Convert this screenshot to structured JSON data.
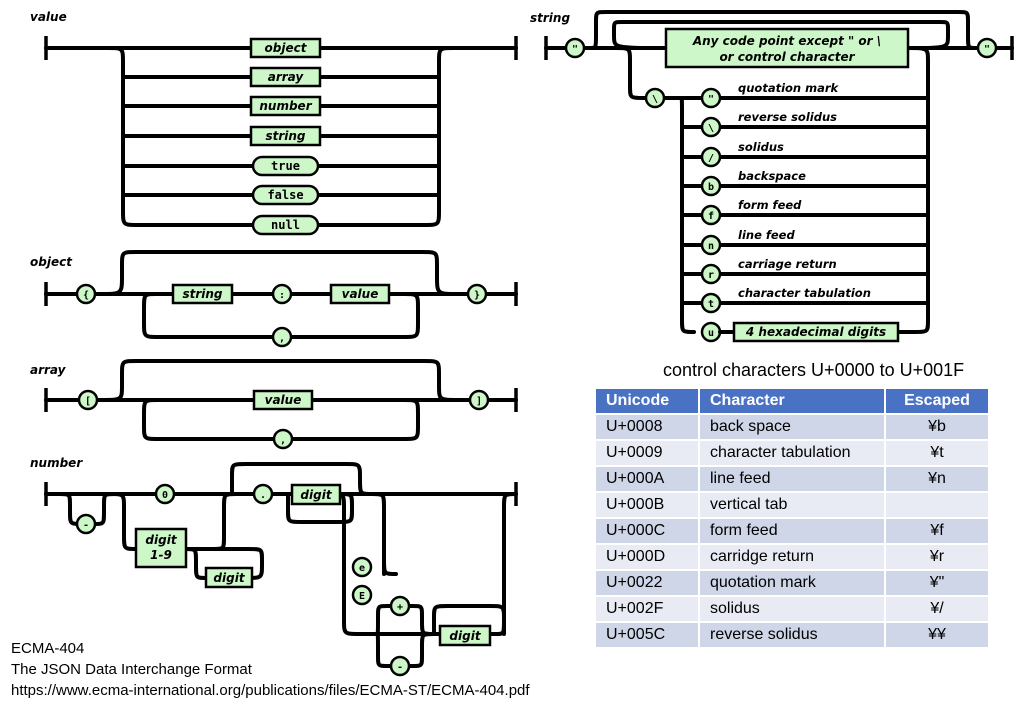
{
  "value_diagram": {
    "title": "value",
    "items": [
      "object",
      "array",
      "number",
      "string",
      "true",
      "false",
      "null"
    ]
  },
  "object_diagram": {
    "title": "object",
    "open": "{",
    "close": "}",
    "key": "string",
    "colon": ":",
    "val": "value",
    "comma": ","
  },
  "array_diagram": {
    "title": "array",
    "open": "[",
    "close": "]",
    "val": "value",
    "comma": ","
  },
  "number_diagram": {
    "title": "number",
    "minus": "-",
    "zero": "0",
    "digit19_line1": "digit",
    "digit19_line2": "1-9",
    "digit_a": "digit",
    "dot": ".",
    "digit_b": "digit",
    "e_lower": "e",
    "e_upper": "E",
    "plus": "+",
    "minus2": "-",
    "digit_c": "digit"
  },
  "string_diagram": {
    "title": "string",
    "quote_open": "\"",
    "quote_close": "\"",
    "any_line1": "Any code point except  \"  or \\",
    "any_line2": "or control character",
    "backslash": "\\",
    "escapes": [
      {
        "char": "\"",
        "label": "quotation mark"
      },
      {
        "char": "\\",
        "label": "reverse solidus"
      },
      {
        "char": "/",
        "label": "solidus"
      },
      {
        "char": "b",
        "label": "backspace"
      },
      {
        "char": "f",
        "label": "form feed"
      },
      {
        "char": "n",
        "label": "line feed"
      },
      {
        "char": "r",
        "label": "carriage return"
      },
      {
        "char": "t",
        "label": "character tabulation"
      },
      {
        "char": "u",
        "label": "4 hexadecimal digits"
      }
    ]
  },
  "control_table": {
    "caption": "control characters U+0000 to U+001F",
    "headers": [
      "Unicode",
      "Character",
      "Escaped"
    ],
    "rows": [
      [
        "U+0008",
        "back space",
        "¥b"
      ],
      [
        "U+0009",
        "character tabulation",
        "¥t"
      ],
      [
        "U+000A",
        "line feed",
        "¥n"
      ],
      [
        "U+000B",
        "vertical tab",
        ""
      ],
      [
        "U+000C",
        "form feed",
        "¥f"
      ],
      [
        "U+000D",
        "carridge return",
        "¥r"
      ],
      [
        "U+0022",
        "quotation mark",
        "¥\""
      ],
      [
        "U+002F",
        "solidus",
        "¥/"
      ],
      [
        "U+005C",
        "reverse solidus",
        "¥¥"
      ]
    ]
  },
  "citation": {
    "line1": "ECMA-404",
    "line2": "The JSON Data Interchange Format",
    "line3": "https://www.ecma-international.org/publications/files/ECMA-ST/ECMA-404.pdf"
  }
}
